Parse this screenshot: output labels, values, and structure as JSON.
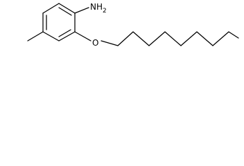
{
  "labels": {
    "amine": "NH",
    "amine_subscript": "2",
    "oxygen": "O"
  },
  "colors": {
    "background": "#ffffff",
    "bond": "#000000",
    "text": "#000000"
  }
}
